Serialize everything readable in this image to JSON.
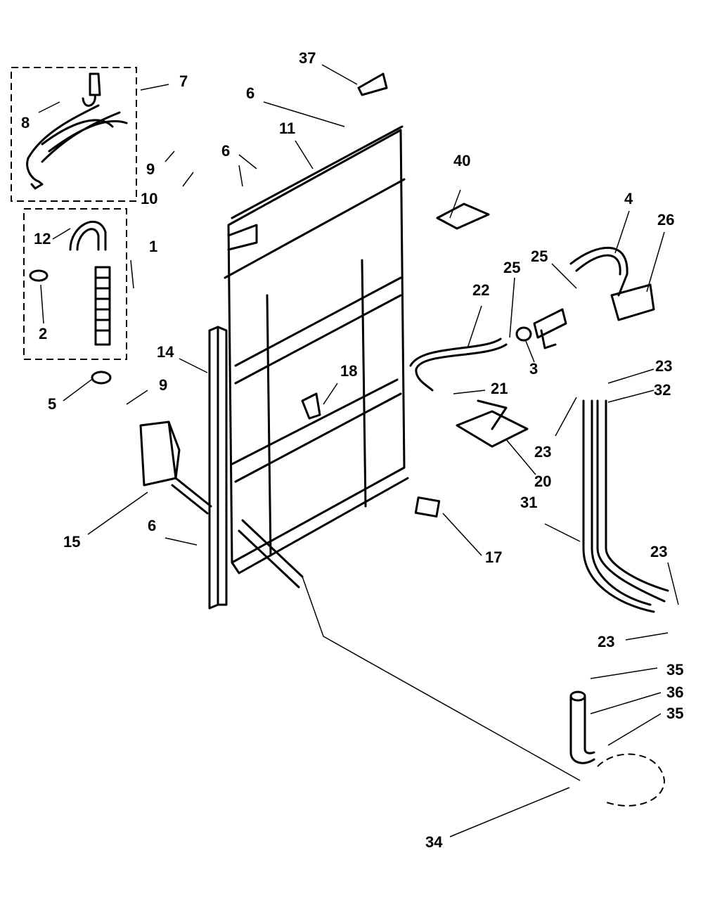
{
  "callouts": {
    "c1": "1",
    "c2": "2",
    "c3": "3",
    "c4": "4",
    "c5": "5",
    "c6a": "6",
    "c6b": "6",
    "c6c": "6",
    "c7": "7",
    "c8": "8",
    "c9a": "9",
    "c9b": "9",
    "c10": "10",
    "c11": "11",
    "c12": "12",
    "c14": "14",
    "c15": "15",
    "c17": "17",
    "c18": "18",
    "c20": "20",
    "c21": "21",
    "c22": "22",
    "c23a": "23",
    "c23b": "23",
    "c23c": "23",
    "c23d": "23",
    "c25a": "25",
    "c25b": "25",
    "c26": "26",
    "c31": "31",
    "c32": "32",
    "c34": "34",
    "c35a": "35",
    "c35b": "35",
    "c36": "36",
    "c37": "37",
    "c40": "40"
  }
}
